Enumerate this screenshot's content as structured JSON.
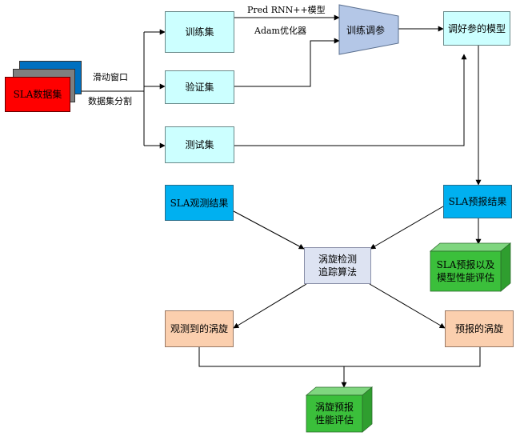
{
  "dataset": {
    "label": "SLA数据集"
  },
  "split": {
    "label1": "滑动窗口",
    "label2": "数据集分割"
  },
  "train": {
    "label": "训练集"
  },
  "valid": {
    "label": "验证集"
  },
  "test": {
    "label": "测试集"
  },
  "model": {
    "label": "Pred RNN++模型"
  },
  "optimizer": {
    "label": "Adam优化器"
  },
  "tuning": {
    "label": "训练调参"
  },
  "tuned_model": {
    "label": "调好参的模型"
  },
  "sla_obs": {
    "label": "SLA观测结果"
  },
  "sla_pred": {
    "label": "SLA预报结果"
  },
  "sla_eval": {
    "line1": "SLA预报以及",
    "line2": "模型性能评估"
  },
  "eddy_algo": {
    "line1": "涡旋检测",
    "line2": "追踪算法"
  },
  "observed_eddy": {
    "label": "观测到的涡旋"
  },
  "predicted_eddy": {
    "label": "预报的涡旋"
  },
  "eddy_eval": {
    "line1": "涡旋预报",
    "line2": "性能评估"
  },
  "colors": {
    "cyan": "#ccffff",
    "blue": "#00b0f0",
    "lavender": "#dde3f2",
    "peach": "#fbcfae",
    "green": "#3bbf3b",
    "red": "#ff0000",
    "navy": "#0070c0"
  }
}
